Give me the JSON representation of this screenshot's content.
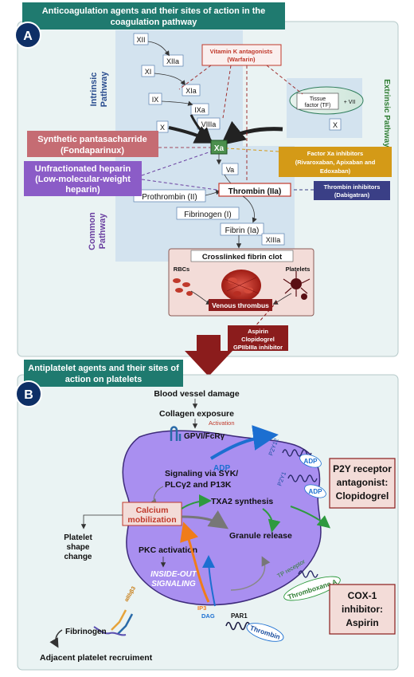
{
  "panel_a": {
    "badge": "A",
    "title_line1": "Anticoagulation agents and their sites of action in the",
    "title_line2": "coagulation pathway",
    "intrinsic_label_1": "Intrinsic",
    "intrinsic_label_2": "Pathway",
    "extrinsic_label": "Extrinsic Pathway",
    "common_label_1": "Common",
    "common_label_2": "Pathway",
    "factors": {
      "xii": "XII",
      "xiia": "XIIa",
      "xi": "XI",
      "xia": "XIa",
      "ix": "IX",
      "ixa": "IXa",
      "viiia": "VIIIa",
      "x": "X",
      "xa": "Xa",
      "va": "Va",
      "tissue_factor_1": "Tissue",
      "tissue_factor_2": "factor (TF)",
      "plus_vii": "+ VII",
      "x_extrinsic": "X",
      "prothrombin": "Prothrombin (II)",
      "thrombin": "Thrombin (IIa)",
      "fibrinogen": "Fibrinogen (I)",
      "fibrin": "Fibrin (Ia)",
      "xiiia": "XIIIa"
    },
    "drugs": {
      "vka_1": "Vitamin K antagonists",
      "vka_2": "(Warfarin)",
      "fonda_1": "Synthetic pantasacharride",
      "fonda_2": "(Fondaparinux)",
      "heparin_1": "Unfractionated heparin",
      "heparin_2": "(Low-molecular-weight",
      "heparin_3": "heparin)",
      "fxa_1": "Factor Xa inhibitors",
      "fxa_2": "(Rivaroxaban, Apixaban and",
      "fxa_3": "Edoxaban)",
      "thrombin_inh_1": "Thrombin inhibitors",
      "thrombin_inh_2": "(Dabigatran)"
    },
    "clot": {
      "title": "Crosslinked fibrin clot",
      "rbcs": "RBCs",
      "platelets": "Platelets",
      "venous": "Venous thrombus"
    },
    "antiplatelet_box_1": "Aspirin",
    "antiplatelet_box_2": "Clopidogrel",
    "antiplatelet_box_3": "GPIIbIIIa inhibitor"
  },
  "panel_b": {
    "badge": "B",
    "title_line1": "Antiplatelet agents and their sites of",
    "title_line2": "action on platelets",
    "blood_vessel_damage": "Blood vessel damage",
    "collagen_exposure": "Collagen exposure",
    "activation": "Activation",
    "gpvi": "GPVI/FcRγ",
    "adp_1": "ADP",
    "p2y12": "P2Y12",
    "p2y1": "P2Y1",
    "adp_2": "ADP",
    "adp_3": "ADP",
    "signaling_1": "Signaling via SYK/",
    "signaling_2": "PLCγ2 and P13K",
    "calcium_1": "Calcium",
    "calcium_2": "mobilization",
    "txa2": "TXA2 synthesis",
    "granule": "Granule release",
    "shape_1": "Platelet",
    "shape_2": "shape",
    "shape_3": "change",
    "pkc": "PKC activation",
    "inside_1": "INSIDE-OUT",
    "inside_2": "SIGNALING",
    "ip3": "IP3",
    "dag": "DAG",
    "tp_receptor": "TP receptor",
    "thromboxane": "Thromboxane A",
    "par1": "PAR1",
    "thrombin": "Thrombin",
    "aiib": "αIIbβ3",
    "fibrinogen": "Fibrinogen",
    "adjacent": "Adjacent platelet recruiment",
    "p2y_box_1": "P2Y receptor",
    "p2y_box_2": "antagonist:",
    "p2y_box_3": "Clopidogrel",
    "cox_box_1": "COX-1",
    "cox_box_2": "inhibitor:",
    "cox_box_3": "Aspirin"
  },
  "colors": {
    "teal_header": "#1f7a6f",
    "navy_badge": "#0e2f66",
    "drug_red": "#c0392b",
    "fonda_pink": "#c56c73",
    "heparin_purple": "#8b5cc7",
    "fxa_gold": "#d49a17",
    "thrombin_inh_navy": "#3a3f86",
    "platelet_purple": "#a98ff0",
    "dark_red_arrow": "#8b1c1c"
  }
}
